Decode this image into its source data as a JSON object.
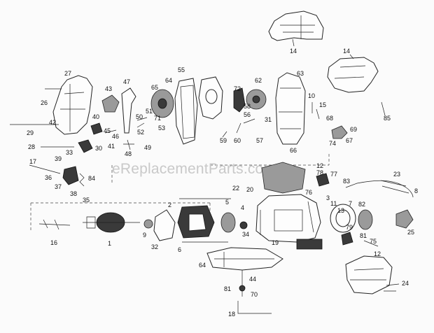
{
  "watermark": "eReplacementParts.com",
  "callouts": [
    {
      "id": "c14a",
      "text": "14"
    },
    {
      "id": "c14b",
      "text": "14"
    },
    {
      "id": "c27",
      "text": "27"
    },
    {
      "id": "c26",
      "text": "26"
    },
    {
      "id": "c43",
      "text": "43"
    },
    {
      "id": "c47",
      "text": "47"
    },
    {
      "id": "c65",
      "text": "65"
    },
    {
      "id": "c64a",
      "text": "64"
    },
    {
      "id": "c55",
      "text": "55"
    },
    {
      "id": "c62",
      "text": "62"
    },
    {
      "id": "c63",
      "text": "63"
    },
    {
      "id": "c72",
      "text": "72"
    },
    {
      "id": "c10",
      "text": "10"
    },
    {
      "id": "c15",
      "text": "15"
    },
    {
      "id": "c85",
      "text": "85"
    },
    {
      "id": "c50",
      "text": "50"
    },
    {
      "id": "c71",
      "text": "71"
    },
    {
      "id": "c53",
      "text": "53"
    },
    {
      "id": "c51",
      "text": "51"
    },
    {
      "id": "c58",
      "text": "58"
    },
    {
      "id": "c56",
      "text": "56"
    },
    {
      "id": "c31",
      "text": "31"
    },
    {
      "id": "c68",
      "text": "68"
    },
    {
      "id": "c69",
      "text": "69"
    },
    {
      "id": "c67",
      "text": "67"
    },
    {
      "id": "c74",
      "text": "74"
    },
    {
      "id": "c29",
      "text": "29"
    },
    {
      "id": "c42",
      "text": "42"
    },
    {
      "id": "c40",
      "text": "40"
    },
    {
      "id": "c45",
      "text": "45"
    },
    {
      "id": "c46",
      "text": "46"
    },
    {
      "id": "c41",
      "text": "41"
    },
    {
      "id": "c52",
      "text": "52"
    },
    {
      "id": "c28",
      "text": "28"
    },
    {
      "id": "c30",
      "text": "30"
    },
    {
      "id": "c33",
      "text": "33"
    },
    {
      "id": "c48",
      "text": "48"
    },
    {
      "id": "c49",
      "text": "49"
    },
    {
      "id": "c59",
      "text": "59"
    },
    {
      "id": "c60",
      "text": "60"
    },
    {
      "id": "c57",
      "text": "57"
    },
    {
      "id": "c66",
      "text": "66"
    },
    {
      "id": "c17",
      "text": "17"
    },
    {
      "id": "c39",
      "text": "39"
    },
    {
      "id": "c36",
      "text": "36"
    },
    {
      "id": "c37",
      "text": "37"
    },
    {
      "id": "c38",
      "text": "38"
    },
    {
      "id": "c84",
      "text": "84"
    },
    {
      "id": "c35",
      "text": "35"
    },
    {
      "id": "c12a",
      "text": "12"
    },
    {
      "id": "c78",
      "text": "78"
    },
    {
      "id": "c77",
      "text": "77"
    },
    {
      "id": "c23",
      "text": "23"
    },
    {
      "id": "c83",
      "text": "83"
    },
    {
      "id": "c8",
      "text": "8"
    },
    {
      "id": "c22",
      "text": "22"
    },
    {
      "id": "c20",
      "text": "20"
    },
    {
      "id": "c76",
      "text": "76"
    },
    {
      "id": "c3",
      "text": "3"
    },
    {
      "id": "c2",
      "text": "2"
    },
    {
      "id": "c5",
      "text": "5"
    },
    {
      "id": "c4",
      "text": "4"
    },
    {
      "id": "c11",
      "text": "11"
    },
    {
      "id": "c13",
      "text": "13"
    },
    {
      "id": "c7",
      "text": "7"
    },
    {
      "id": "c82",
      "text": "82"
    },
    {
      "id": "c25",
      "text": "25"
    },
    {
      "id": "c16",
      "text": "16"
    },
    {
      "id": "c1",
      "text": "1"
    },
    {
      "id": "c9",
      "text": "9"
    },
    {
      "id": "c32",
      "text": "32"
    },
    {
      "id": "c34",
      "text": "34"
    },
    {
      "id": "c19",
      "text": "19"
    },
    {
      "id": "c79",
      "text": "79"
    },
    {
      "id": "c81a",
      "text": "81"
    },
    {
      "id": "c75",
      "text": "75"
    },
    {
      "id": "c6",
      "text": "6"
    },
    {
      "id": "c12b",
      "text": "12"
    },
    {
      "id": "c64b",
      "text": "64"
    },
    {
      "id": "c24",
      "text": "24"
    },
    {
      "id": "c44",
      "text": "44"
    },
    {
      "id": "c81b",
      "text": "81"
    },
    {
      "id": "c70",
      "text": "70"
    },
    {
      "id": "c18",
      "text": "18"
    }
  ]
}
